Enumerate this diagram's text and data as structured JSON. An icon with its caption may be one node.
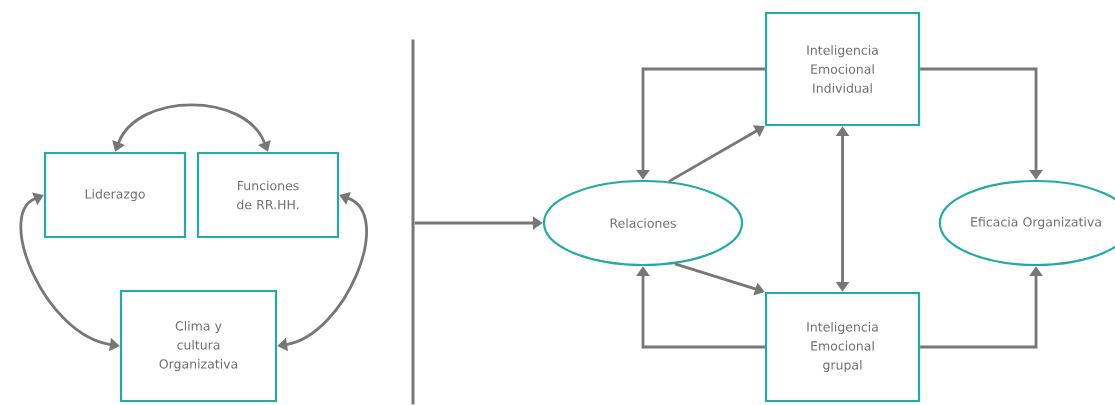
{
  "diagram": {
    "nodes": [
      {
        "text": [
          "Liderazgo"
        ]
      },
      {
        "text": [
          "Funciones de RR.HH."
        ]
      },
      {
        "text": [
          "Clima y cultura Organizativa"
        ]
      },
      {
        "text": [],
        "shape": "bar"
      },
      {
        "text": [
          "Inteligencia Emocional Individual"
        ]
      },
      {
        "text": [
          "Relaciones"
        ]
      },
      {
        "text": [
          "Eficacia Organizativa"
        ]
      },
      {
        "text": [
          "Inteligencia Emocional grupal"
        ]
      }
    ],
    "edges": [
      {
        "from": 0,
        "to": 1,
        "arrow": "both"
      },
      {
        "from": 0,
        "to": 2,
        "arrow": "both"
      },
      {
        "from": 1,
        "to": 2,
        "arrow": "both"
      },
      {
        "from": 3,
        "to": 5,
        "arrow": "to"
      },
      {
        "from": 4,
        "to": 5,
        "arrow": "to"
      },
      {
        "from": 5,
        "to": 4,
        "arrow": "to"
      },
      {
        "from": 5,
        "to": 7,
        "arrow": "to"
      },
      {
        "from": 7,
        "to": 5,
        "arrow": "to"
      },
      {
        "from": 4,
        "to": 7,
        "arrow": "both"
      },
      {
        "from": 4,
        "to": 6,
        "arrow": "to"
      },
      {
        "from": 7,
        "to": 6,
        "arrow": "to"
      }
    ]
  }
}
